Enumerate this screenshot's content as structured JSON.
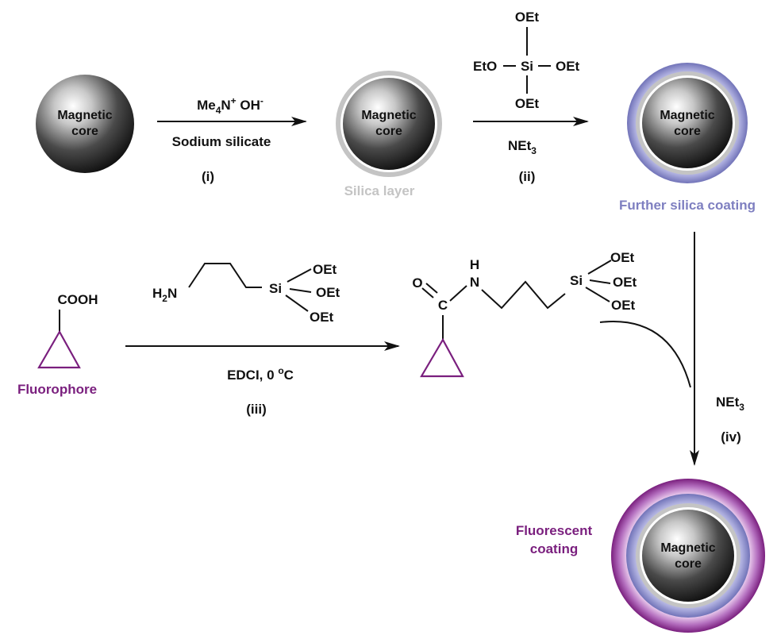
{
  "particles": {
    "core_label_line1": "Magnetic",
    "core_label_line2": "core"
  },
  "captions": {
    "silica_layer": "Silica layer",
    "further_silica": "Further silica coating",
    "fluorophore": "Fluorophore",
    "fluorescent_line1": "Fluorescent",
    "fluorescent_line2": "coating"
  },
  "step_i": {
    "reagent_main": "Me",
    "reagent_sub": "4",
    "reagent_mid": "N",
    "reagent_sup": "+",
    "reagent_oh": " OH",
    "reagent_oh_sup": "-",
    "reagent2": "Sodium silicate",
    "label": "(i)"
  },
  "step_ii": {
    "teos_top": "OEt",
    "teos_left": "EtO",
    "teos_si": "Si",
    "teos_right": "OEt",
    "teos_bottom": "OEt",
    "base_main": "NEt",
    "base_sub": "3",
    "label": "(ii)"
  },
  "step_iii": {
    "h2n_main": "H",
    "h2n_sub": "2",
    "h2n_n": "N",
    "si": "Si",
    "oet1": "OEt",
    "oet2": "OEt",
    "oet3": "OEt",
    "cond_main": "EDCI, 0 ",
    "cond_sup": "o",
    "cond_c": "C",
    "label": "(iii)"
  },
  "step_iv": {
    "base_main": "NEt",
    "base_sub": "3",
    "label": "(iv)"
  },
  "fluorophore_struct": {
    "cooh": "COOH"
  },
  "product": {
    "o": "O",
    "c": "C",
    "h": "H",
    "n": "N",
    "si": "Si",
    "oet1": "OEt",
    "oet2": "OEt",
    "oet3": "OEt"
  },
  "colors": {
    "silica": "#c4c4c4",
    "further_silica": "#7e7fc0",
    "fluorophore": "#7a1f7e",
    "text": "#111111"
  }
}
